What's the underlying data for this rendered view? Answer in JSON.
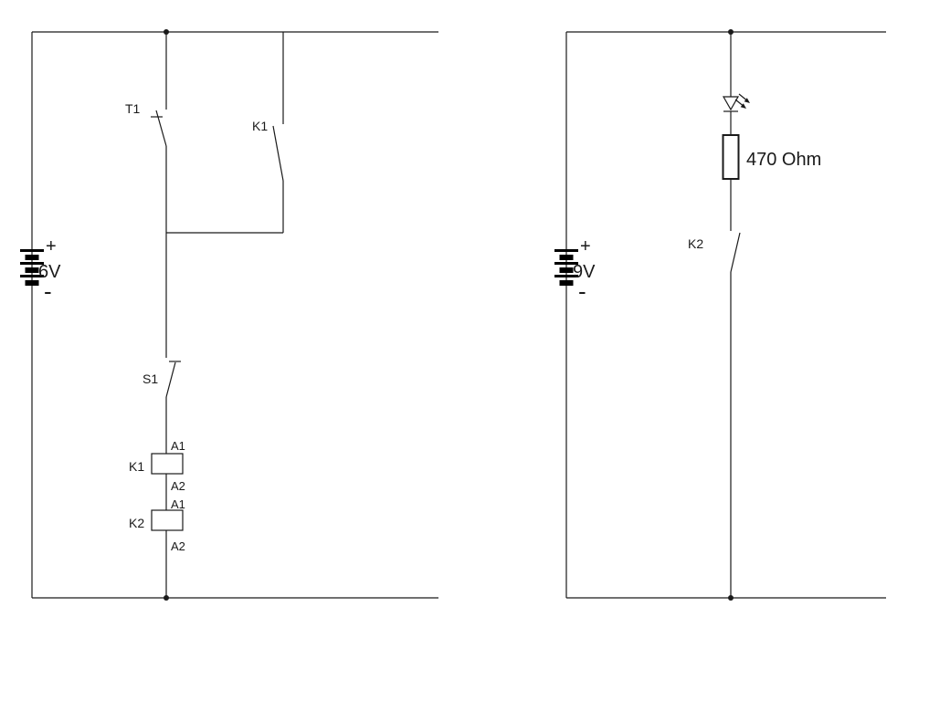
{
  "diagram": {
    "left_circuit": {
      "battery": {
        "plus_sign": "+",
        "voltage": "6V",
        "minus_sign": "-"
      },
      "contact_t1_label": "T1",
      "contact_k1_label": "K1",
      "switch_s1_label": "S1",
      "coil_k1": {
        "label": "K1",
        "terminal_top": "A1",
        "terminal_bottom": "A2"
      },
      "coil_k2": {
        "label": "K2",
        "terminal_top": "A1",
        "terminal_bottom": "A2"
      }
    },
    "right_circuit": {
      "battery": {
        "plus_sign": "+",
        "voltage": "9V",
        "minus_sign": "-"
      },
      "resistor_label": "470 Ohm",
      "contact_k2_label": "K2"
    }
  }
}
